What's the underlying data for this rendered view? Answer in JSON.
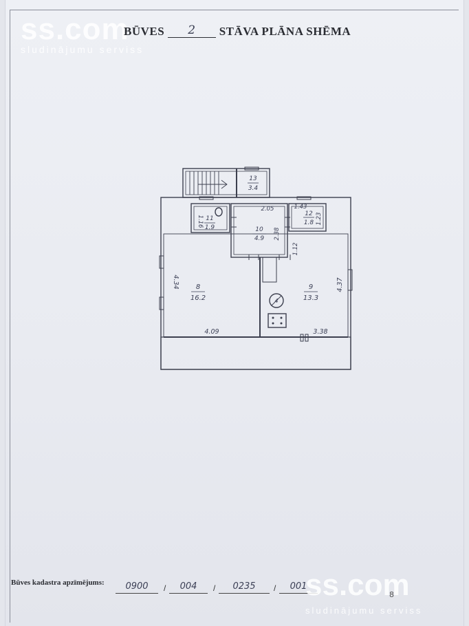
{
  "header": {
    "title_left": "BŪVES",
    "floor_number": "2",
    "title_right": "STĀVA PLĀNA SHĒMA"
  },
  "watermark": {
    "brand": "ss.com",
    "tagline": "sludinājumu serviss"
  },
  "plan": {
    "rooms": [
      {
        "number": "13",
        "area": "3.4"
      },
      {
        "number": "11",
        "area": "1.9"
      },
      {
        "number": "10",
        "area": "4.9"
      },
      {
        "number": "12",
        "area": "1.8"
      },
      {
        "number": "8",
        "area": "16.2"
      },
      {
        "number": "9",
        "area": "13.3"
      }
    ],
    "dimensions": {
      "room11_side": "1.16",
      "room10_top": "2.05",
      "room10_side": "2.38",
      "room12_top": "1.43",
      "room12_side": "1.23",
      "room9_side_upper": "1.12",
      "room8_side": "4.34",
      "room8_bottom": "4.09",
      "room9_side": "4.37",
      "room9_bottom": "3.38"
    },
    "stove_label": "4"
  },
  "footer": {
    "cadastre_label": "Būves kadastra apzīmējums:",
    "cadastre_parts": [
      "0900",
      "004",
      "0235",
      "001"
    ],
    "separator": "/",
    "trailing_mark": "8"
  }
}
